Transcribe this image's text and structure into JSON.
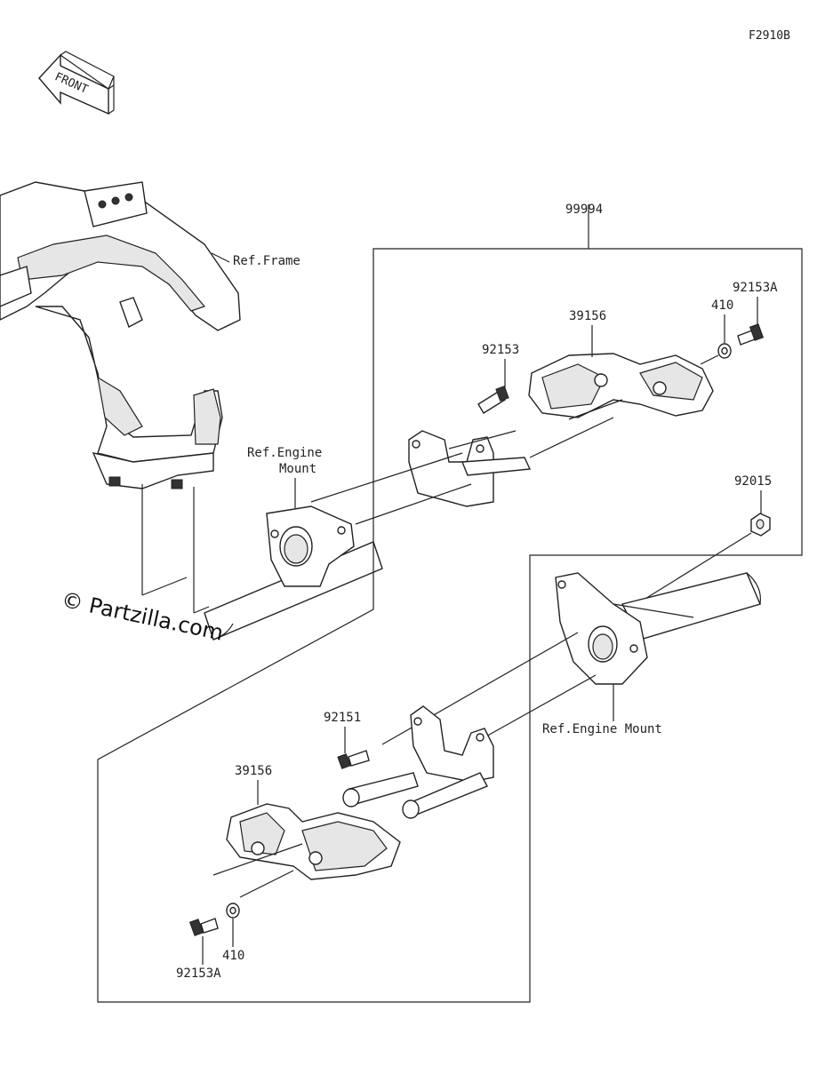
{
  "figure_code": "F2910B",
  "front_arrow_label": "FRONT",
  "watermark": "© Partzilla.com",
  "callouts": {
    "kit": "99994",
    "ref_frame": "Ref.Frame",
    "ref_engine_mount_upper_line1": "Ref.Engine",
    "ref_engine_mount_upper_line2": "Mount",
    "ref_engine_mount_lower": "Ref.Engine Mount",
    "slider_upper": "39156",
    "slider_lower": "39156",
    "bolt_upper": "92153",
    "bolt_lower": "92151",
    "washer_upper": "410",
    "washer_lower": "410",
    "screw_upper": "92153A",
    "screw_lower": "92153A",
    "nut": "92015"
  }
}
